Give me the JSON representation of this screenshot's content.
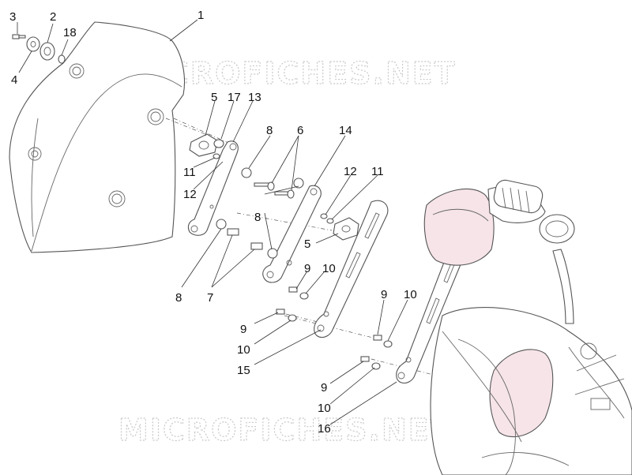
{
  "watermark": {
    "text": "MICROFICHES.NET"
  },
  "callouts": {
    "c1": "1",
    "c2": "2",
    "c3": "3",
    "c4": "4",
    "c18": "18",
    "c5a": "5",
    "c17": "17",
    "c13": "13",
    "c8a": "8",
    "c6": "6",
    "c14": "14",
    "c11a": "11",
    "c12a": "12",
    "c12b": "12",
    "c11b": "11",
    "c8b": "8",
    "c5b": "5",
    "c9a": "9",
    "c10a": "10",
    "c8c": "8",
    "c7": "7",
    "c9b": "9",
    "c10b": "10",
    "c15": "15",
    "c9c": "9",
    "c10c": "10",
    "c9d": "9",
    "c10d": "10",
    "c16": "16"
  }
}
